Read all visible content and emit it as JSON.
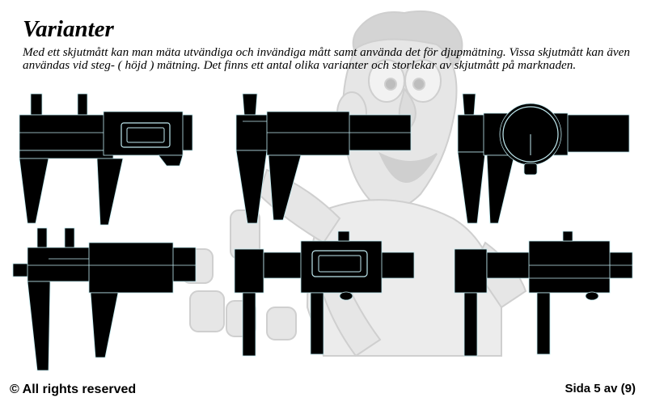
{
  "page": {
    "title": "Varianter",
    "paragraph": "Med ett skjutmått kan man mäta utvändiga och invändiga mått samt använda det för djupmätning. Vissa skjutmått kan även användas vid steg- ( höjd ) mätning. Det finns ett antal olika varianter och storlekar av skjutmått på marknaden.",
    "copyright": "© All rights reserved",
    "page_indicator": "Sida 5 av (9)"
  },
  "images": {
    "background": "cartoon-mascot-watermark",
    "tools": [
      "caliper-standard",
      "caliper-inside-jaws",
      "caliper-dial",
      "caliper-fine-adjust",
      "depth-gauge",
      "depth-gauge-fine-adjust"
    ]
  },
  "colors": {
    "ink": "#000000",
    "watermark": "#d9d9d9",
    "highlight": "#bfe9ef"
  }
}
